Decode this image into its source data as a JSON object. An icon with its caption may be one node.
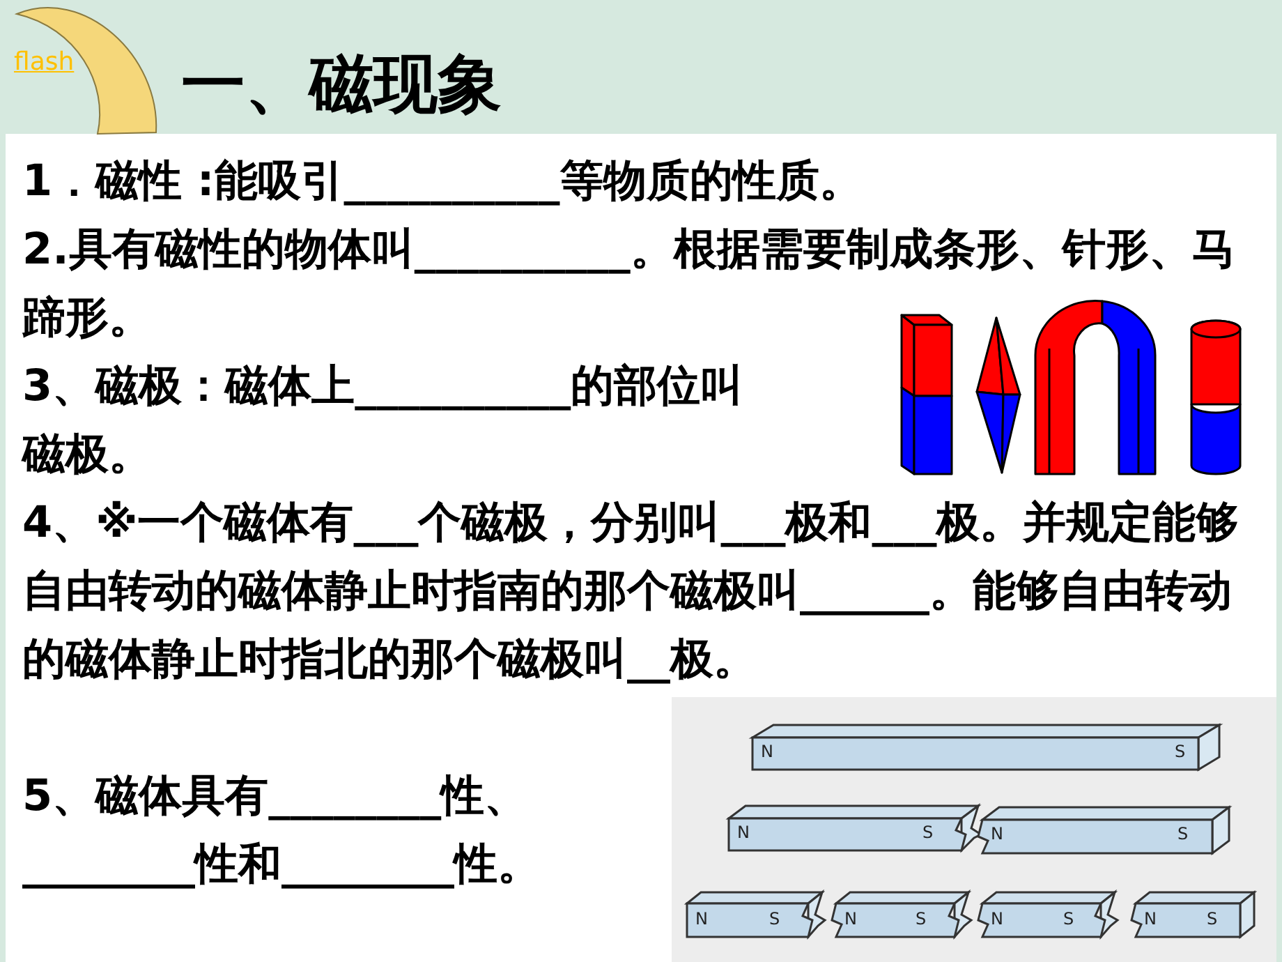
{
  "diagram": {
    "title": "一、磁现象",
    "labels": [
      "flash",
      "1．磁性 :能吸引__________等物质的性质。",
      "2.具有磁性的物体叫__________。根据需要制成条形、针形、马蹄形。",
      "3、磁极：磁体上__________的部位叫磁极。",
      "4、※一个磁体有___个磁极，分别叫___极和___极。并规定能够自由转动的磁体静止时指南的那个磁极叫______。能够自由转动的磁体静止时指北的那个磁极叫__极。",
      "5、磁体具有________性、________性和________性。",
      "N",
      "S",
      "N",
      "S",
      "N",
      "S",
      "N",
      "S",
      "N",
      "S",
      "N",
      "S",
      "N",
      "S"
    ]
  }
}
